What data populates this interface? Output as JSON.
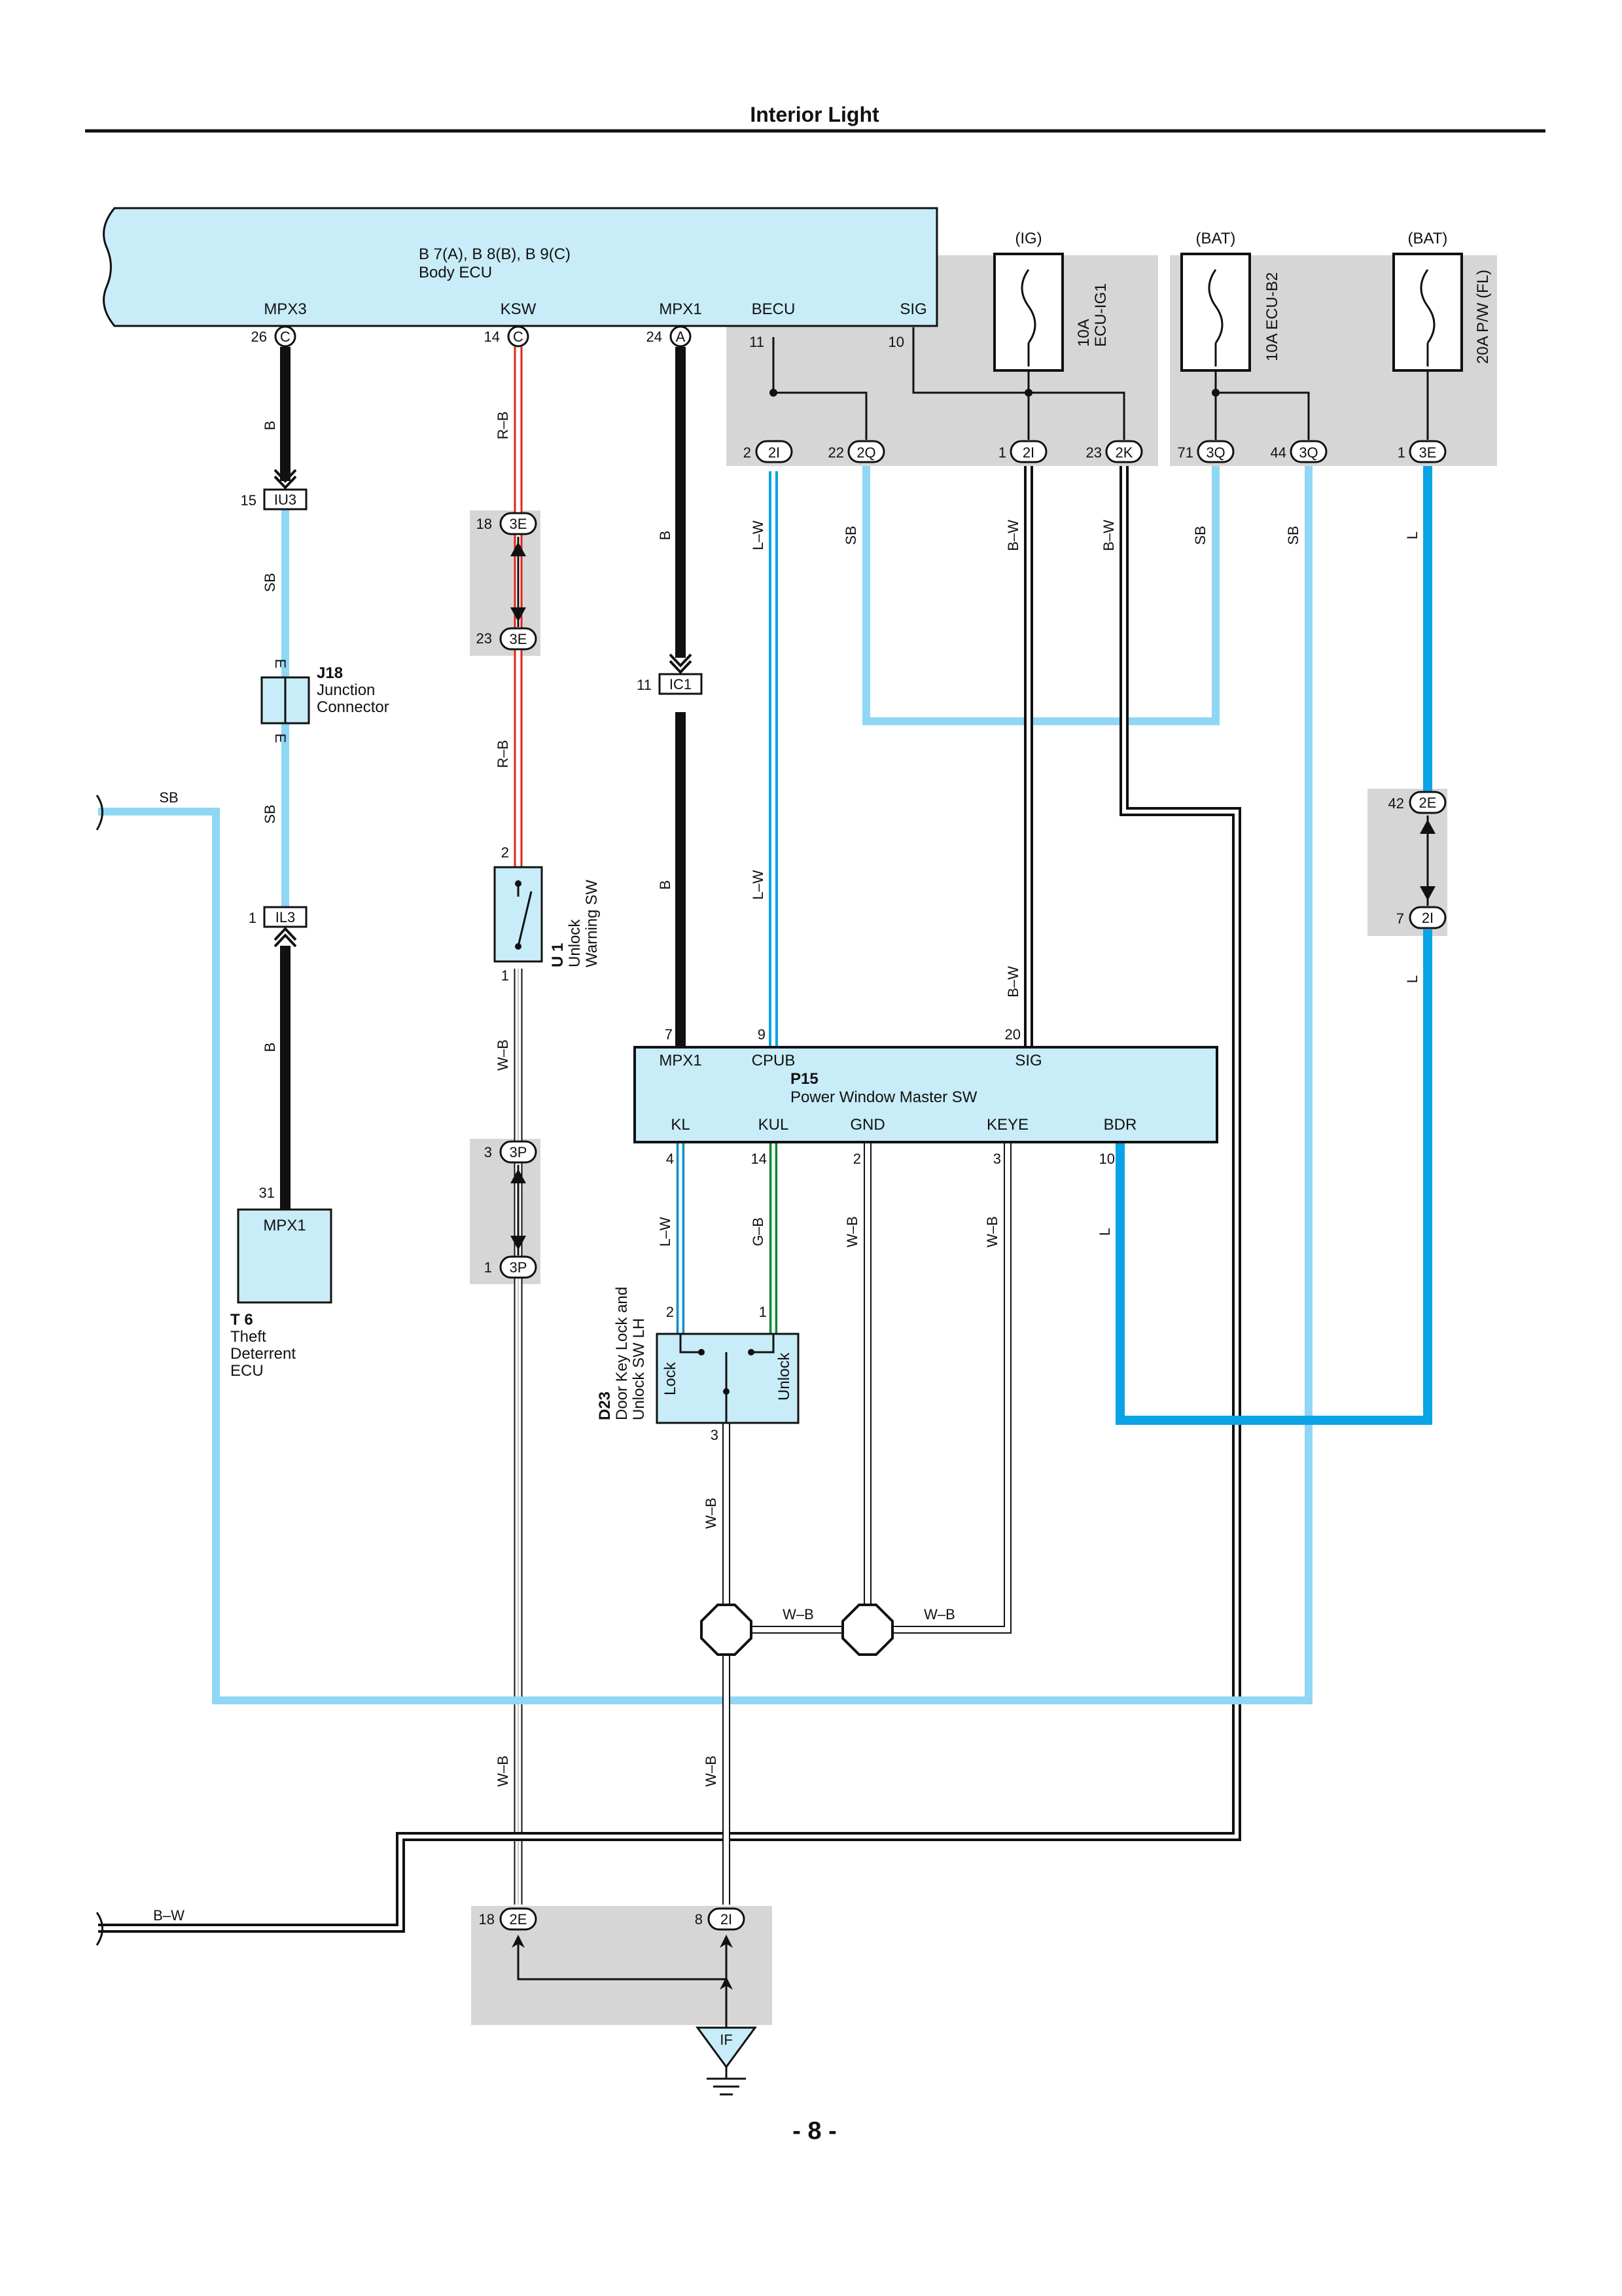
{
  "page": {
    "title": "Interior Light",
    "page_number": "- 8 -"
  },
  "colors": {
    "ecu_fill": "#c8ecf8",
    "shade": "#d6d6d6",
    "sb": "#8fd7f4",
    "l": "#0aa4e6",
    "red": "#e0241b",
    "green": "#0f9a3a",
    "black": "#111111"
  },
  "body_ecu": {
    "code": "B 7(A), B 8(B), B 9(C)",
    "name": "Body ECU",
    "terminals": [
      "MPX3",
      "KSW",
      "MPX1",
      "BECU",
      "SIG"
    ],
    "pins": [
      {
        "num": "26",
        "conn": "C"
      },
      {
        "num": "14",
        "conn": "C"
      },
      {
        "num": "24",
        "conn": "A"
      },
      {
        "num": "11"
      },
      {
        "num": "10"
      }
    ]
  },
  "fuses": [
    {
      "source": "(IG)",
      "rating": "10A",
      "name": "ECU-IG1"
    },
    {
      "source": "(BAT)",
      "rating": "10A",
      "name": "ECU-B2"
    },
    {
      "source": "(BAT)",
      "rating": "20A",
      "name": "P/W (FL)"
    }
  ],
  "jb_connectors": [
    {
      "pin": "2",
      "code": "2I"
    },
    {
      "pin": "22",
      "code": "2Q"
    },
    {
      "pin": "1",
      "code": "2I"
    },
    {
      "pin": "23",
      "code": "2K"
    },
    {
      "pin": "71",
      "code": "3Q"
    },
    {
      "pin": "44",
      "code": "3Q"
    },
    {
      "pin": "1",
      "code": "3E"
    }
  ],
  "wires": {
    "B": "B",
    "SB": "SB",
    "RB": "R–B",
    "LW": "L–W",
    "BW": "B–W",
    "L": "L",
    "WB": "W–B",
    "GB": "G–B"
  },
  "connectors": {
    "iu3": {
      "pin": "15",
      "code": "IU3"
    },
    "il3": {
      "pin": "1",
      "code": "IL3"
    },
    "ic1": {
      "pin": "11",
      "code": "IC1"
    },
    "e3_18": {
      "pin": "18",
      "code": "3E"
    },
    "e3_23": {
      "pin": "23",
      "code": "3E"
    },
    "p3_3": {
      "pin": "3",
      "code": "3P"
    },
    "p3_1": {
      "pin": "1",
      "code": "3P"
    },
    "e2_42": {
      "pin": "42",
      "code": "2E"
    },
    "i2_7": {
      "pin": "7",
      "code": "2I"
    },
    "e2_18": {
      "pin": "18",
      "code": "2E"
    },
    "i2_8": {
      "pin": "8",
      "code": "2I"
    }
  },
  "j18": {
    "code": "J18",
    "name1": "Junction",
    "name2": "Connector",
    "pin_label": "E"
  },
  "u1": {
    "code": "U 1",
    "name1": "Unlock",
    "name2": "Warning SW",
    "pin_top": "2",
    "pin_bottom": "1"
  },
  "t6": {
    "code": "T 6",
    "name1": "Theft",
    "name2": "Deterrent",
    "name3": "ECU",
    "terminal": "MPX1",
    "pin": "31"
  },
  "p15": {
    "code": "P15",
    "name": "Power Window Master SW",
    "top_terminals": [
      "MPX1",
      "CPUB",
      "SIG"
    ],
    "top_pins": [
      "7",
      "9",
      "20"
    ],
    "bottom_terminals": [
      "KL",
      "KUL",
      "GND",
      "KEYE",
      "BDR"
    ],
    "bottom_pins": [
      "4",
      "14",
      "2",
      "3",
      "10"
    ]
  },
  "d23": {
    "code": "D23",
    "name1": "Door Key Lock and",
    "name2": "Unlock SW LH",
    "lock": "Lock",
    "unlock": "Unlock",
    "pin_lock": "2",
    "pin_unlock": "1",
    "pin_common": "3"
  },
  "ground": {
    "code": "IF"
  },
  "left_wires": {
    "top": "SB",
    "bottom": "B–W"
  }
}
